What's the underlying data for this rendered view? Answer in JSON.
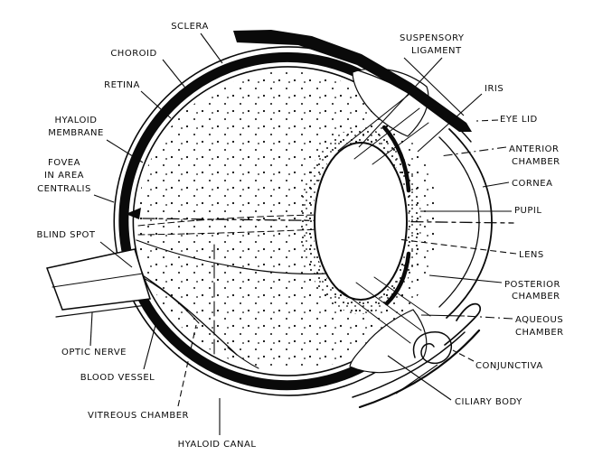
{
  "figure": {
    "kind": "anatomical line diagram",
    "ink_color": "#0a0a0a",
    "paper_color": "#ffffff"
  },
  "labels": {
    "sclera": {
      "lines": [
        "SCLERA"
      ]
    },
    "choroid": {
      "lines": [
        "CHOROID"
      ]
    },
    "retina": {
      "lines": [
        "RETINA"
      ]
    },
    "hyaloid_membrane": {
      "lines": [
        "HYALOID",
        "MEMBRANE"
      ]
    },
    "fovea": {
      "lines": [
        "FOVEA",
        "IN AREA",
        "CENTRALIS"
      ]
    },
    "blind_spot": {
      "lines": [
        "BLIND SPOT"
      ]
    },
    "optic_nerve": {
      "lines": [
        "OPTIC NERVE"
      ]
    },
    "blood_vessel": {
      "lines": [
        "BLOOD VESSEL"
      ]
    },
    "vitreous_chamber": {
      "lines": [
        "VITREOUS CHAMBER"
      ]
    },
    "hyaloid_canal": {
      "lines": [
        "HYALOID CANAL"
      ]
    },
    "suspensory_ligament": {
      "lines": [
        "SUSPENSORY",
        "LIGAMENT"
      ]
    },
    "iris": {
      "lines": [
        "IRIS"
      ]
    },
    "eye_lid": {
      "lines": [
        "EYE LID"
      ]
    },
    "anterior_chamber": {
      "lines": [
        "ANTERIOR",
        "CHAMBER"
      ]
    },
    "cornea": {
      "lines": [
        "CORNEA"
      ]
    },
    "pupil": {
      "lines": [
        "PUPIL"
      ]
    },
    "lens": {
      "lines": [
        "LENS"
      ]
    },
    "posterior_chamber": {
      "lines": [
        "POSTERIOR",
        "CHAMBER"
      ]
    },
    "aqueous_chamber": {
      "lines": [
        "AQUEOUS",
        "CHAMBER"
      ]
    },
    "conjunctiva": {
      "lines": [
        "CONJUNCTIVA"
      ]
    },
    "ciliary_body": {
      "lines": [
        "CILIARY BODY"
      ]
    }
  }
}
